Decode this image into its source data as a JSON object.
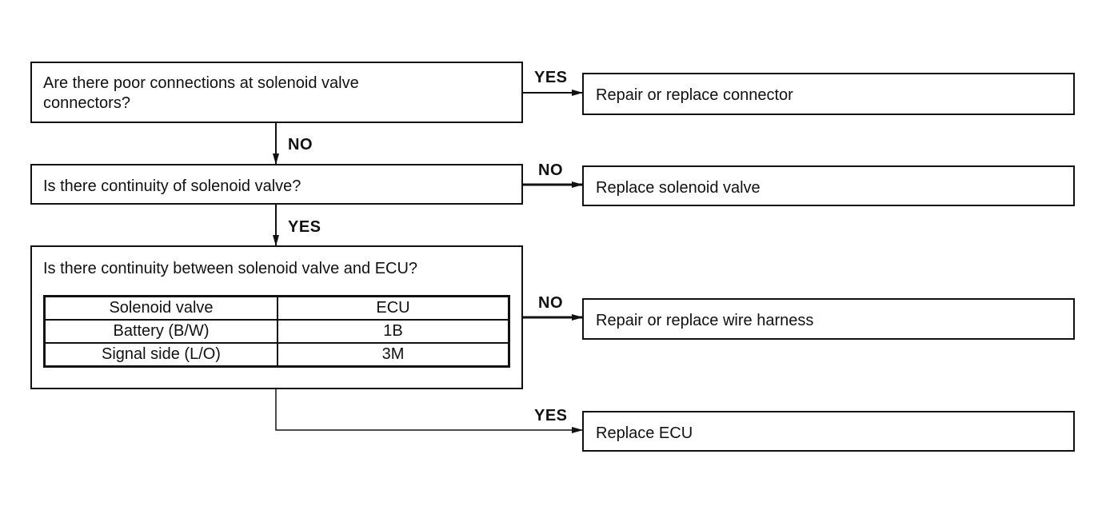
{
  "questions": [
    {
      "text": "Are there poor connections at solenoid valve\nconnectors?"
    },
    {
      "text": "Is there continuity of solenoid valve?"
    },
    {
      "text": "Is there continuity between solenoid valve and ECU?"
    }
  ],
  "continuity_table": {
    "headers": [
      "Solenoid valve",
      "ECU"
    ],
    "rows": [
      [
        "Battery (B/W)",
        "1B"
      ],
      [
        "Signal side (L/O)",
        "3M"
      ]
    ]
  },
  "actions": [
    {
      "text": "Repair or replace connector"
    },
    {
      "text": "Replace solenoid valve"
    },
    {
      "text": "Repair or replace wire harness"
    },
    {
      "text": "Replace ECU"
    }
  ],
  "branch_labels": {
    "q1_right": "YES",
    "q1_down": "NO",
    "q2_right": "NO",
    "q2_down": "YES",
    "q3_right": "NO",
    "q3_down": "YES"
  }
}
